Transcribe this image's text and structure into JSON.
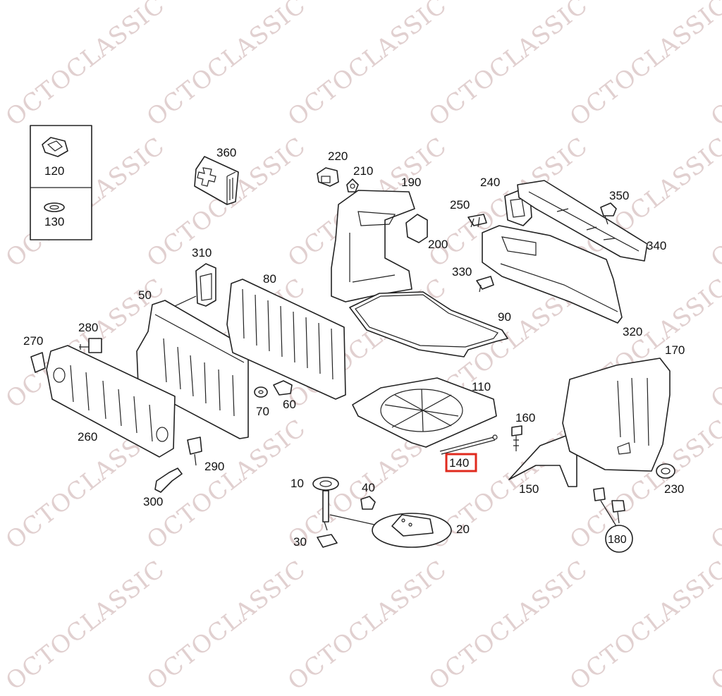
{
  "diagram": {
    "watermark": "OCTOCLASSIC",
    "highlighted_part": "140",
    "colors": {
      "highlight": "#e02a1e",
      "line": "#222222",
      "watermark": "#c9a9a9"
    },
    "inset_labels": [
      "120",
      "130"
    ],
    "part_labels": {
      "p10": "10",
      "p20": "20",
      "p30": "30",
      "p40": "40",
      "p50": "50",
      "p60": "60",
      "p70": "70",
      "p80": "80",
      "p90": "90",
      "p110": "110",
      "p140": "140",
      "p150": "150",
      "p160": "160",
      "p170": "170",
      "p180": "180",
      "p190": "190",
      "p200": "200",
      "p210": "210",
      "p220": "220",
      "p230": "230",
      "p240": "240",
      "p250": "250",
      "p260": "260",
      "p270": "270",
      "p280": "280",
      "p290": "290",
      "p300": "300",
      "p310": "310",
      "p320": "320",
      "p330": "330",
      "p340": "340",
      "p350": "350",
      "p360": "360"
    }
  }
}
